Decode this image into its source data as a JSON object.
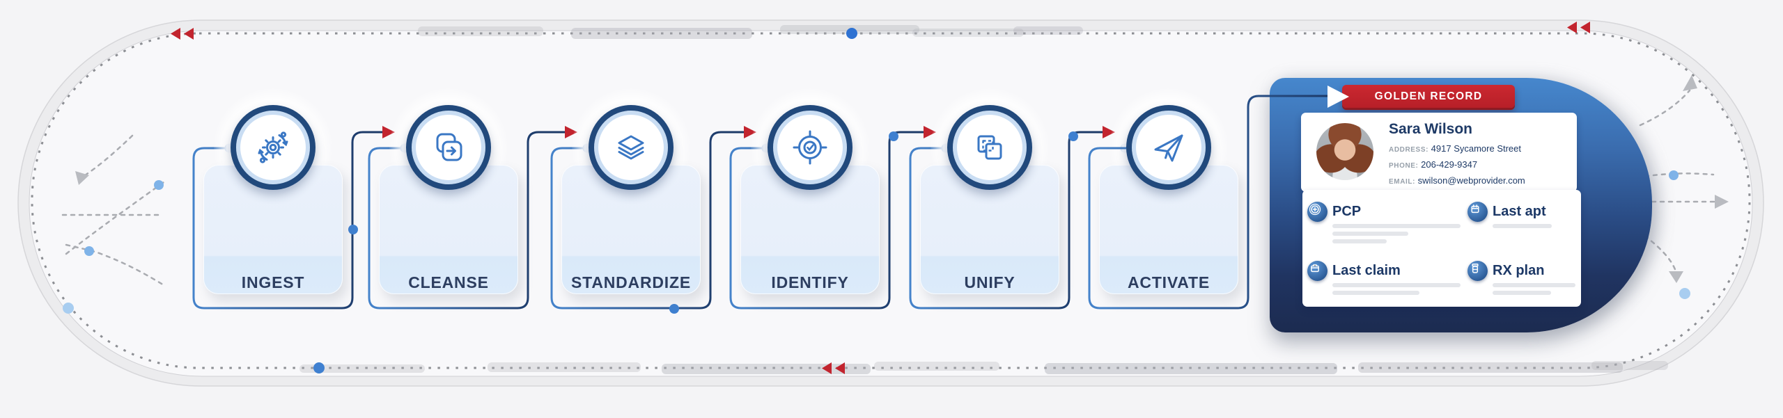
{
  "stages": [
    {
      "id": "ingest",
      "label": "INGEST",
      "icon": "gear-sync-icon"
    },
    {
      "id": "cleanse",
      "label": "CLEANSE",
      "icon": "sync-squares-icon"
    },
    {
      "id": "standardize",
      "label": "STANDARDIZE",
      "icon": "layers-icon"
    },
    {
      "id": "identify",
      "label": "IDENTIFY",
      "icon": "target-check-icon"
    },
    {
      "id": "unify",
      "label": "UNIFY",
      "icon": "merge-squares-icon"
    },
    {
      "id": "activate",
      "label": "ACTIVATE",
      "icon": "paper-plane-icon"
    }
  ],
  "golden_record": {
    "banner": "GOLDEN RECORD",
    "name": "Sara Wilson",
    "contact": [
      {
        "label": "ADDRESS:",
        "value": "4917 Sycamore Street"
      },
      {
        "label": "PHONE:",
        "value": "206-429-9347"
      },
      {
        "label": "EMAIL:",
        "value": "swilson@webprovider.com"
      }
    ],
    "fields": [
      {
        "label": "PCP",
        "icon": "medical-cross-icon",
        "bars": 3
      },
      {
        "label": "Last apt",
        "icon": "calendar-icon",
        "bars": 1
      },
      {
        "label": "Last claim",
        "icon": "folder-icon",
        "bars": 2
      },
      {
        "label": "RX plan",
        "icon": "pill-bottle-icon",
        "bars": 2
      }
    ]
  },
  "colors": {
    "accent_red": "#c2242e",
    "connector_navy": "#1d3a68",
    "connector_blue": "#4583cb",
    "dot_blue": "#3f80d0",
    "panel_top": "#4687cd",
    "panel_bottom": "#1c2b50",
    "label_navy": "#2d3e60",
    "track_dot_gray": "#8c8e93"
  }
}
